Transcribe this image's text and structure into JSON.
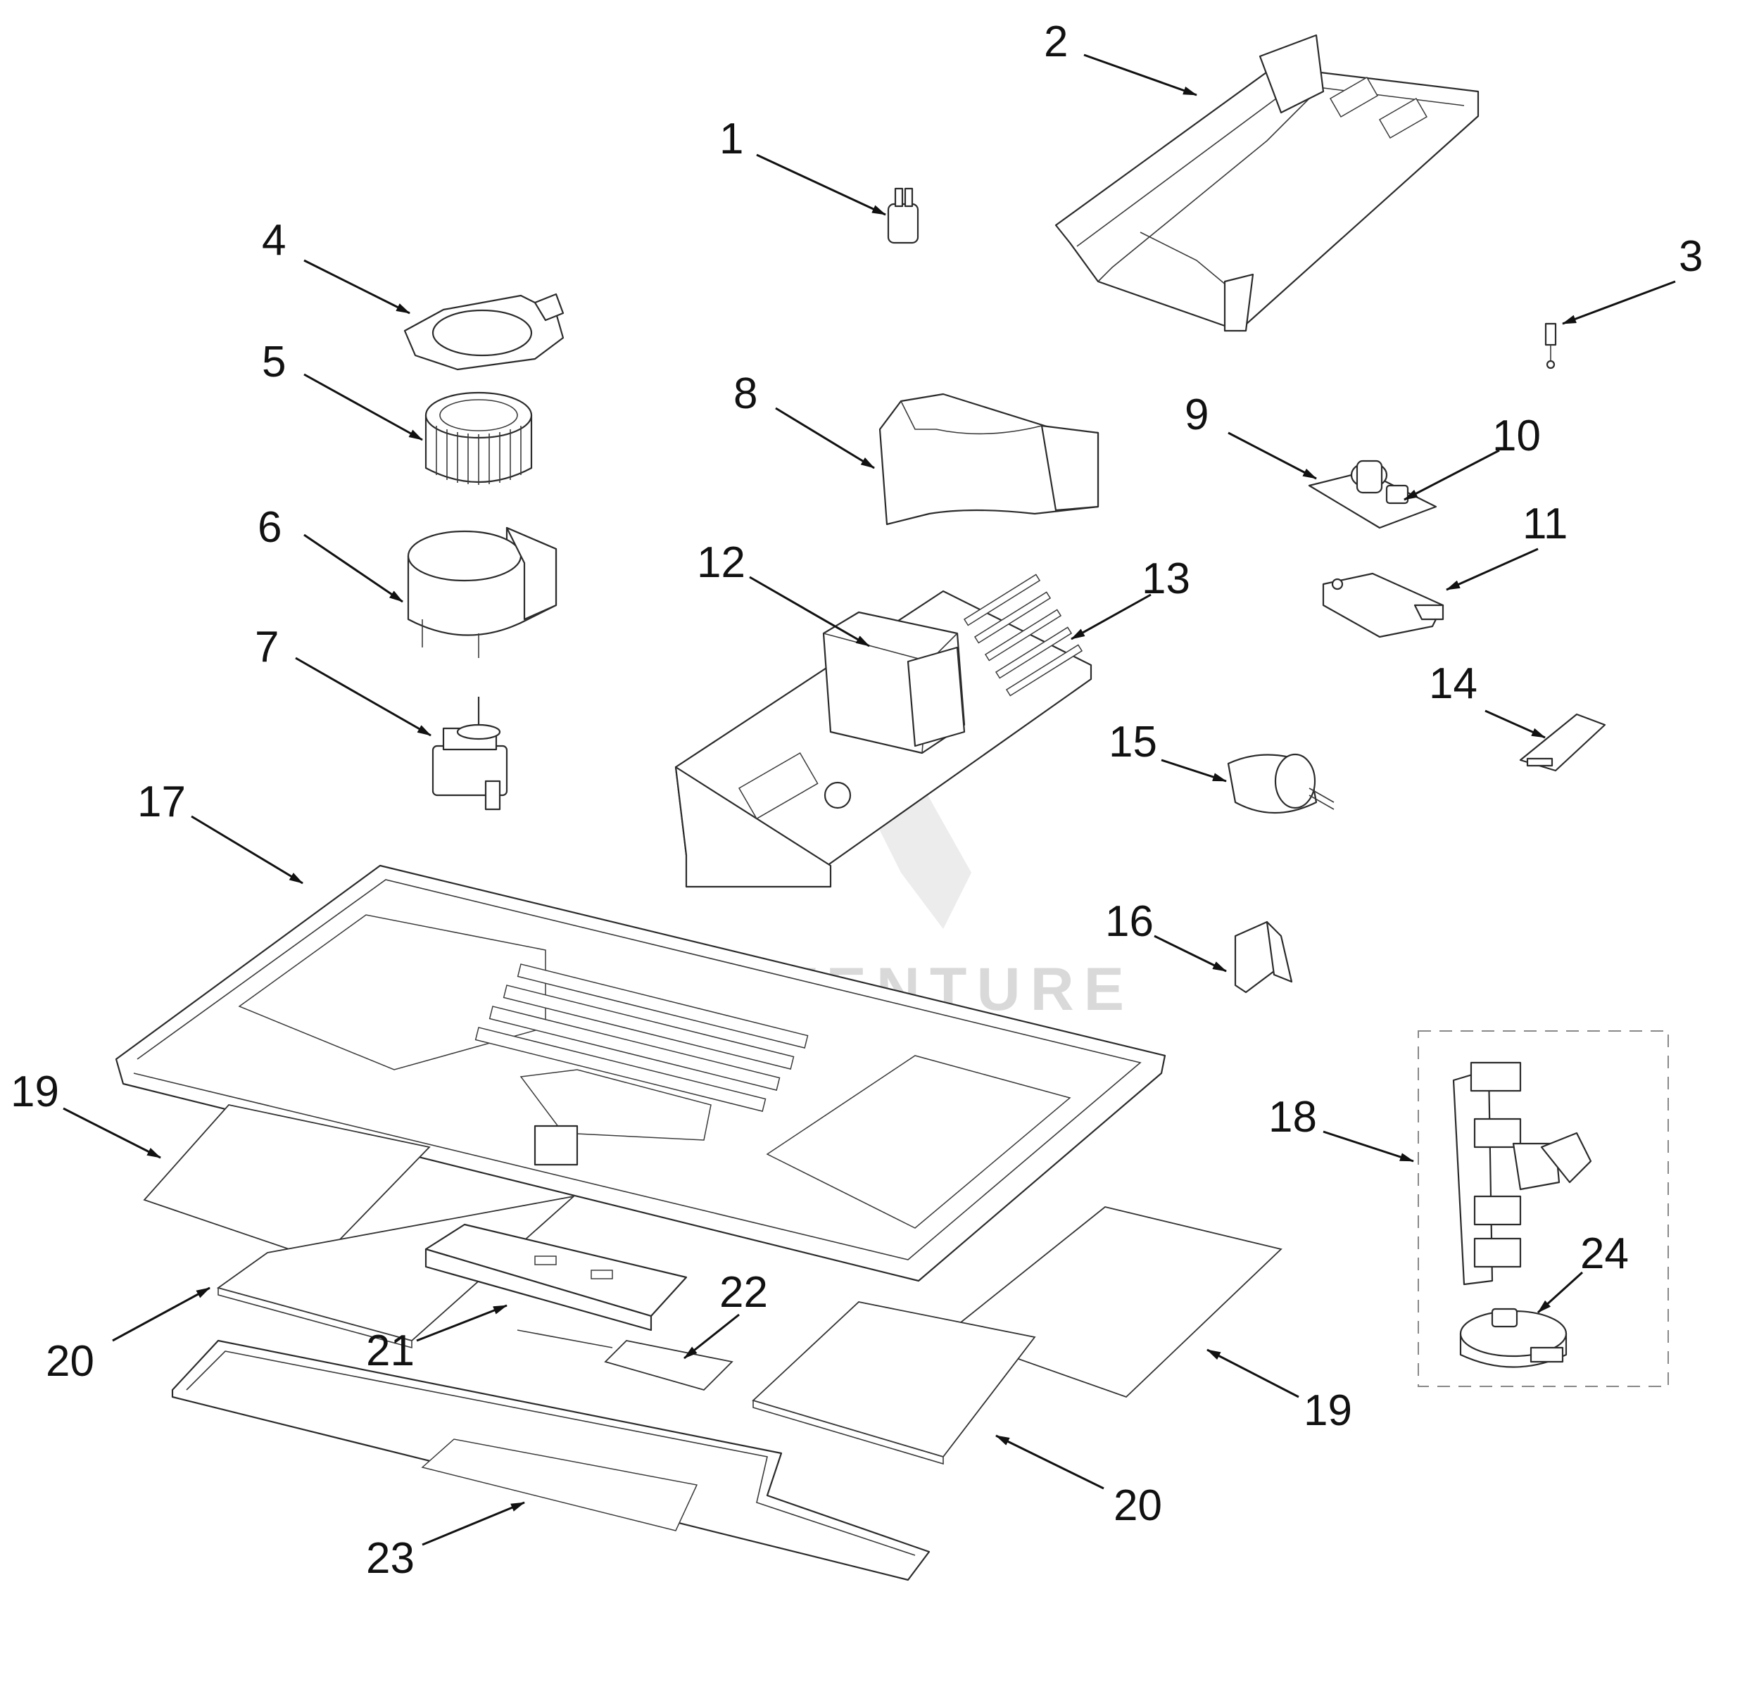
{
  "diagram": {
    "watermark_text": "LEADVENTURE",
    "callouts": [
      {
        "id": "1",
        "label": "1"
      },
      {
        "id": "2",
        "label": "2"
      },
      {
        "id": "3",
        "label": "3"
      },
      {
        "id": "4",
        "label": "4"
      },
      {
        "id": "5",
        "label": "5"
      },
      {
        "id": "6",
        "label": "6"
      },
      {
        "id": "7",
        "label": "7"
      },
      {
        "id": "8",
        "label": "8"
      },
      {
        "id": "9",
        "label": "9"
      },
      {
        "id": "10",
        "label": "10"
      },
      {
        "id": "11",
        "label": "11"
      },
      {
        "id": "12",
        "label": "12"
      },
      {
        "id": "13",
        "label": "13"
      },
      {
        "id": "14",
        "label": "14"
      },
      {
        "id": "15",
        "label": "15"
      },
      {
        "id": "16",
        "label": "16"
      },
      {
        "id": "17",
        "label": "17"
      },
      {
        "id": "18",
        "label": "18"
      },
      {
        "id": "19a",
        "label": "19"
      },
      {
        "id": "19b",
        "label": "19"
      },
      {
        "id": "20a",
        "label": "20"
      },
      {
        "id": "20b",
        "label": "20"
      },
      {
        "id": "21",
        "label": "21"
      },
      {
        "id": "22",
        "label": "22"
      },
      {
        "id": "23",
        "label": "23"
      },
      {
        "id": "24",
        "label": "24"
      }
    ]
  }
}
